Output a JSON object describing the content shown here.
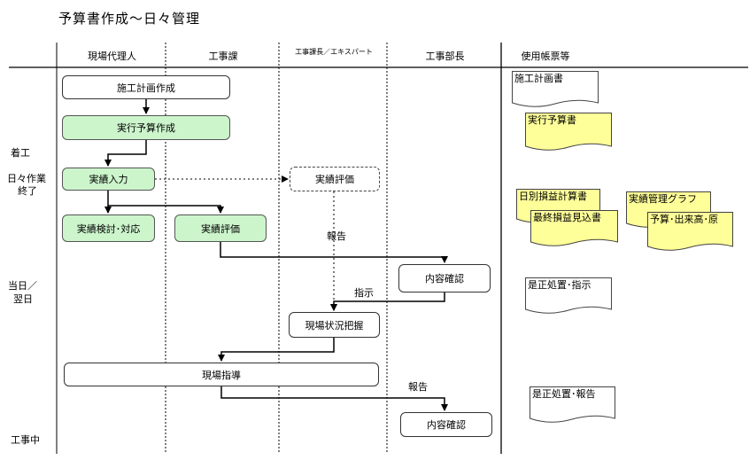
{
  "title": "予算書作成～日々管理",
  "columns": [
    "現場代理人",
    "工事課",
    "工事課長／エキスパート",
    "工事部長",
    "使用帳票等"
  ],
  "rows": {
    "start": "着工",
    "day_end_1": "日々作業",
    "day_end_2": "終了",
    "next_day_1": "当日／",
    "next_day_2": "翌日",
    "in_progress": "工事中"
  },
  "process": {
    "plan": "施工計画作成",
    "budget": "実行予算作成",
    "input": "実績入力",
    "review_site": "実績検討･対応",
    "eval_section": "実績評価",
    "eval_expert": "実績評価",
    "confirm_1": "内容確認",
    "survey": "現場状況把握",
    "guide": "現場指導",
    "confirm_2": "内容確認"
  },
  "annotations": {
    "report_1": "報告",
    "instruct": "指示",
    "report_2": "報告"
  },
  "documents": {
    "plan_doc": "施工計画書",
    "budget_doc": "実行予算書",
    "daily_pl": "日別損益計算書",
    "final_pl": "最終損益見込書",
    "graph": "実績管理グラフ",
    "budget_graph": "予算･出来高･原",
    "correction_1": "是正処置･指示",
    "correction_2": "是正処置･報告"
  },
  "colors": {
    "green_box": "#ccf5cc",
    "yellow_doc": "#ffff99"
  }
}
